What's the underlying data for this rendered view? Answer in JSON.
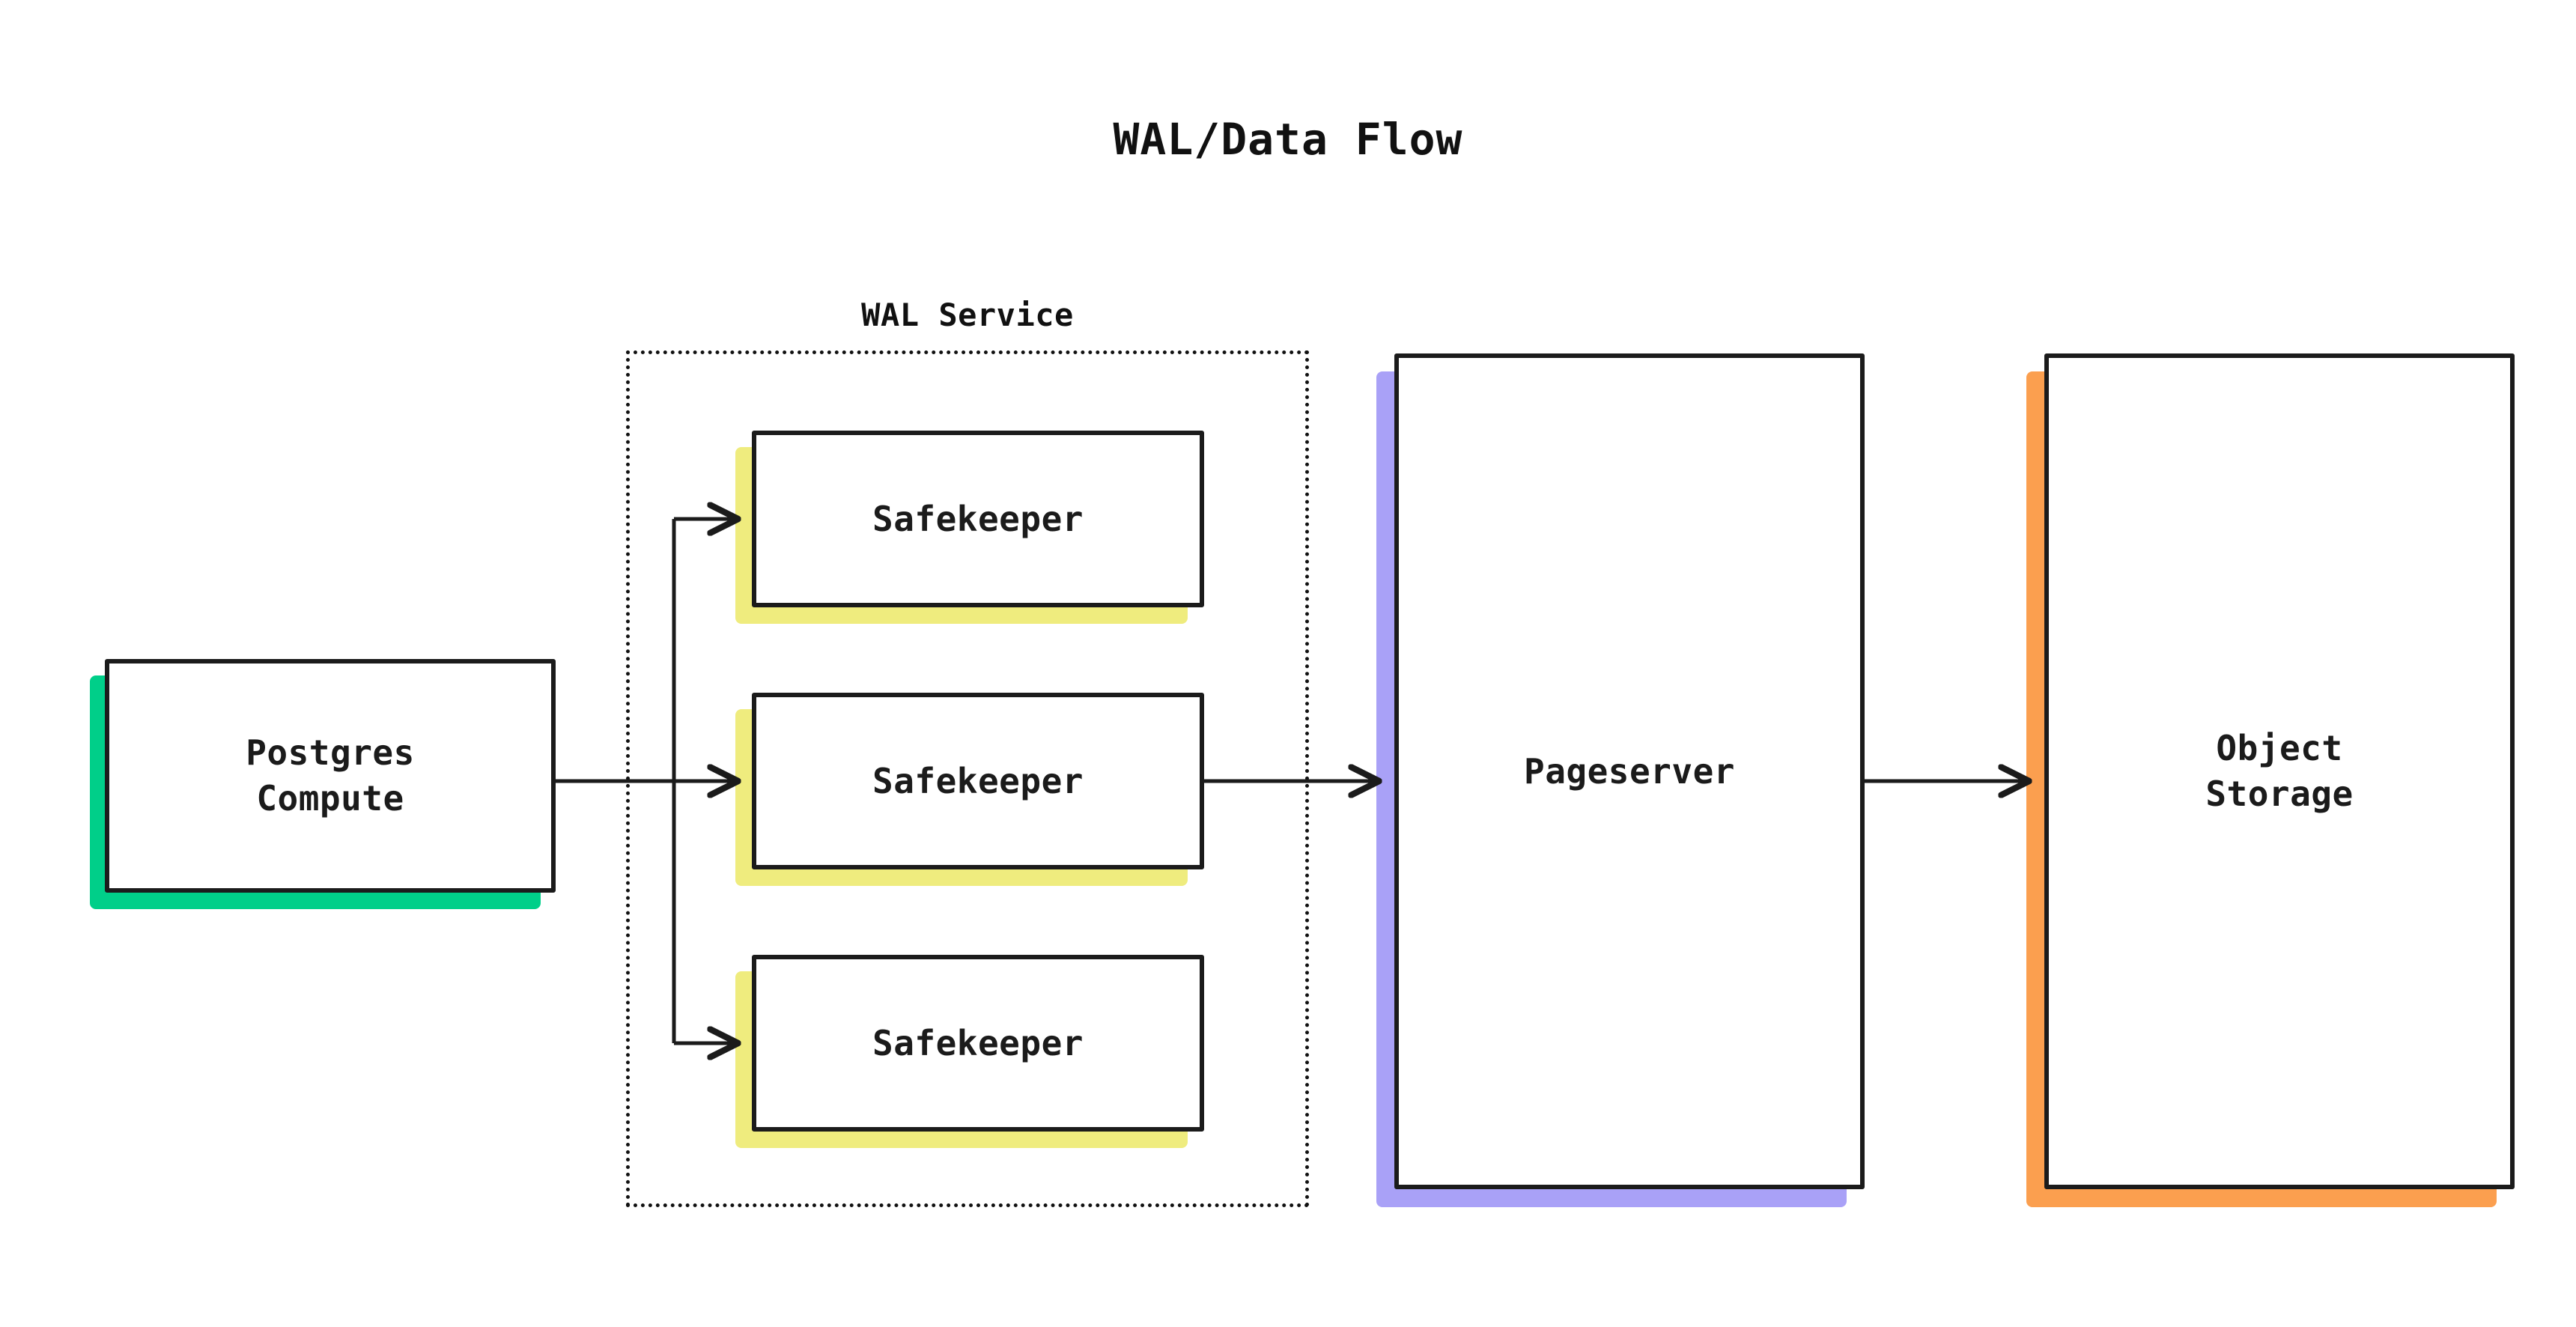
{
  "title": "WAL/Data Flow",
  "groups": [
    {
      "name": "wal-service",
      "label": "WAL Service"
    }
  ],
  "nodes": [
    {
      "id": "postgres-compute",
      "label": "Postgres\nCompute",
      "accent": "#00cf89"
    },
    {
      "id": "safekeeper-1",
      "label": "Safekeeper",
      "accent": "#efec7e"
    },
    {
      "id": "safekeeper-2",
      "label": "Safekeeper",
      "accent": "#efec7e"
    },
    {
      "id": "safekeeper-3",
      "label": "Safekeeper",
      "accent": "#efec7e"
    },
    {
      "id": "pageserver",
      "label": "Pageserver",
      "accent": "#a9a1f7"
    },
    {
      "id": "object-storage",
      "label": "Object\nStorage",
      "accent": "#fb9f4f"
    }
  ],
  "edges": [
    {
      "from": "postgres-compute",
      "to": "safekeeper-1"
    },
    {
      "from": "postgres-compute",
      "to": "safekeeper-2"
    },
    {
      "from": "postgres-compute",
      "to": "safekeeper-3"
    },
    {
      "from": "safekeeper-2",
      "to": "pageserver"
    },
    {
      "from": "pageserver",
      "to": "object-storage"
    }
  ],
  "colors": {
    "background": "#ffffff",
    "stroke": "#1b1b1b",
    "green": "#00cf89",
    "yellow": "#efec7e",
    "purple": "#a9a1f7",
    "orange": "#fb9f4f"
  }
}
